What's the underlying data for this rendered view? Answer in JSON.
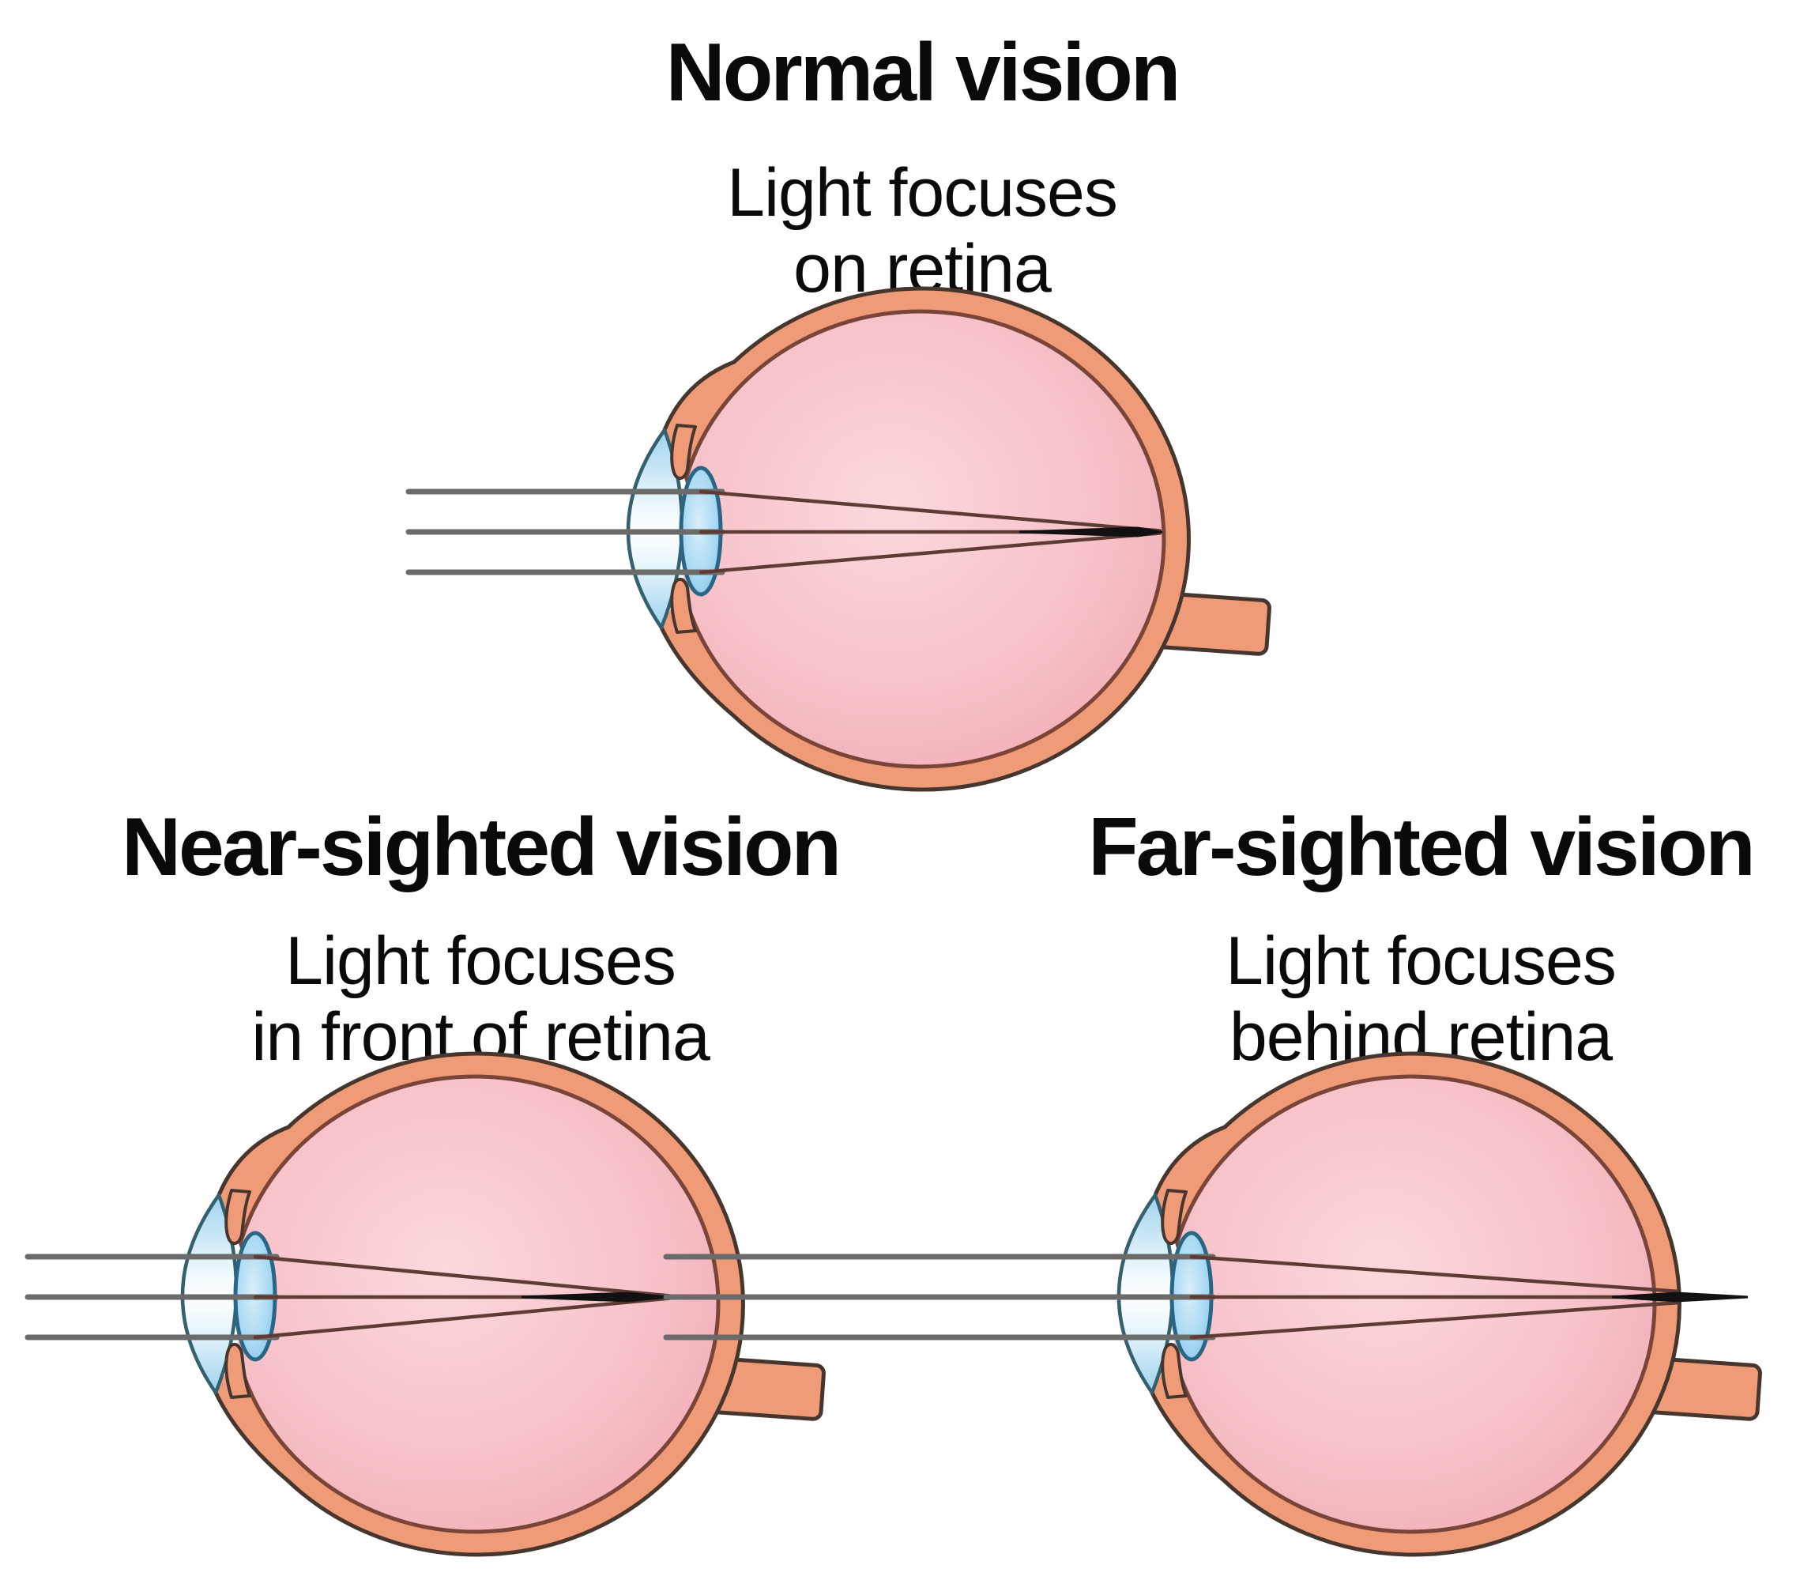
{
  "figure": {
    "panels": [
      {
        "id": "normal",
        "title": "Normal vision",
        "subtitle_line1": "Light focuses",
        "subtitle_line2": "on retina",
        "focus_location": "on retina"
      },
      {
        "id": "near-sighted",
        "title": "Near-sighted vision",
        "subtitle_line1": "Light focuses",
        "subtitle_line2": "in front of retina",
        "focus_location": "in front of retina"
      },
      {
        "id": "far-sighted",
        "title": "Far-sighted vision",
        "subtitle_line1": "Light focuses",
        "subtitle_line2": "behind retina",
        "focus_location": "behind retina"
      }
    ]
  },
  "colors": {
    "background": "#FFFFFF",
    "text": "#0A0A0A",
    "sclera": "#F09B78",
    "outline": "#46362E",
    "retina_line": "#7B4438",
    "vitreous_center": "#FBD8DC",
    "vitreous_mid": "#F7C3CA",
    "vitreous_edge": "#F1A7B1",
    "chamber": "#FDFEFF",
    "cornea_edge": "#9FD2EE",
    "cornea_soft": "#E8F6FC",
    "cornea_center": "#FFFFFF",
    "cornea_outline": "#35606E",
    "lens_fill": "#A9D9F3",
    "lens_center": "#D8EFFA",
    "lens_deep": "#7FC0E5",
    "lens_outline": "#2B6586",
    "ray_gray": "#6B6B6B",
    "ray_inner": "#5E3C35",
    "focus_black": "#111111"
  }
}
